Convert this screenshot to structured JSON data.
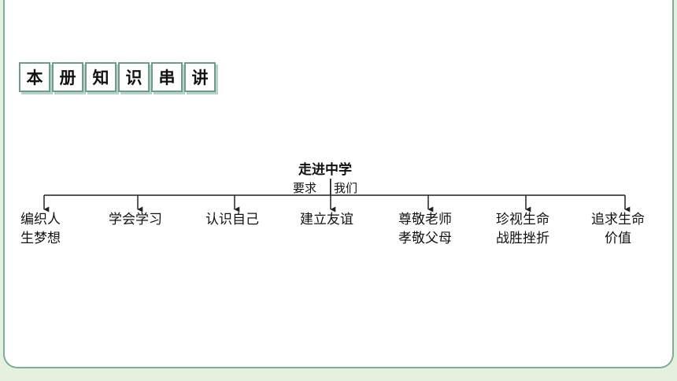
{
  "heading": {
    "chars": [
      "本",
      "册",
      "知",
      "识",
      "串",
      "讲"
    ]
  },
  "diagram": {
    "root": "走进中学",
    "sub_left": "要求",
    "sub_right": "我们",
    "children": [
      {
        "lines": [
          "编织人",
          "生梦想"
        ]
      },
      {
        "lines": [
          "学会学习"
        ]
      },
      {
        "lines": [
          "认识自己"
        ]
      },
      {
        "lines": [
          "建立友谊"
        ]
      },
      {
        "lines": [
          "尊敬老师",
          "孝敬父母"
        ]
      },
      {
        "lines": [
          "珍视生命",
          "战胜挫折"
        ]
      },
      {
        "lines": [
          "追求生命",
          "价值"
        ]
      }
    ]
  },
  "colors": {
    "frame": "#7fa99a",
    "bottom_band": "#e3f1dd",
    "title_box_border": "#6f9a8c"
  }
}
